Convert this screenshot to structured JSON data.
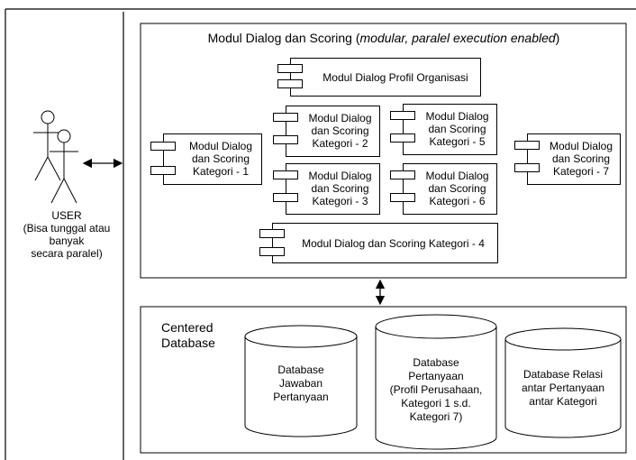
{
  "actor": {
    "label": "USER",
    "note_lines": [
      "(Bisa tunggal atau",
      "banyak",
      "secara paralel)"
    ]
  },
  "dialog_module": {
    "title_prefix": "Modul Dialog dan Scoring (",
    "title_italic": "modular, paralel execution enabled",
    "title_suffix": ")",
    "modules": [
      {
        "id": "profil",
        "lines": [
          "Modul Dialog Profil Organisasi"
        ]
      },
      {
        "id": "kat1",
        "lines": [
          "Modul Dialog",
          "dan Scoring",
          "Kategori - 1"
        ]
      },
      {
        "id": "kat2",
        "lines": [
          "Modul Dialog",
          "dan Scoring",
          "Kategori - 2"
        ]
      },
      {
        "id": "kat3",
        "lines": [
          "Modul Dialog",
          "dan Scoring",
          "Kategori - 3"
        ]
      },
      {
        "id": "kat4",
        "lines": [
          "Modul Dialog dan Scoring Kategori - 4"
        ]
      },
      {
        "id": "kat5",
        "lines": [
          "Modul Dialog",
          "dan Scoring",
          "Kategori - 5"
        ]
      },
      {
        "id": "kat6",
        "lines": [
          "Modul Dialog",
          "dan Scoring",
          "Kategori - 6"
        ]
      },
      {
        "id": "kat7",
        "lines": [
          "Modul Dialog",
          "dan Scoring",
          "Kategori - 7"
        ]
      }
    ]
  },
  "database": {
    "title_lines": [
      "Centered",
      "Database"
    ],
    "cylinders": [
      {
        "id": "jawaban",
        "lines": [
          "Database",
          "Jawaban",
          "Pertanyaan"
        ]
      },
      {
        "id": "pertanyaan",
        "lines": [
          "Database",
          "Pertanyaan",
          "(Profil Perusahaan,",
          "Kategori 1 s.d.",
          "Kategori 7)"
        ]
      },
      {
        "id": "relasi",
        "lines": [
          "Database Relasi",
          "antar Pertanyaan",
          "antar Kategori"
        ]
      }
    ]
  }
}
